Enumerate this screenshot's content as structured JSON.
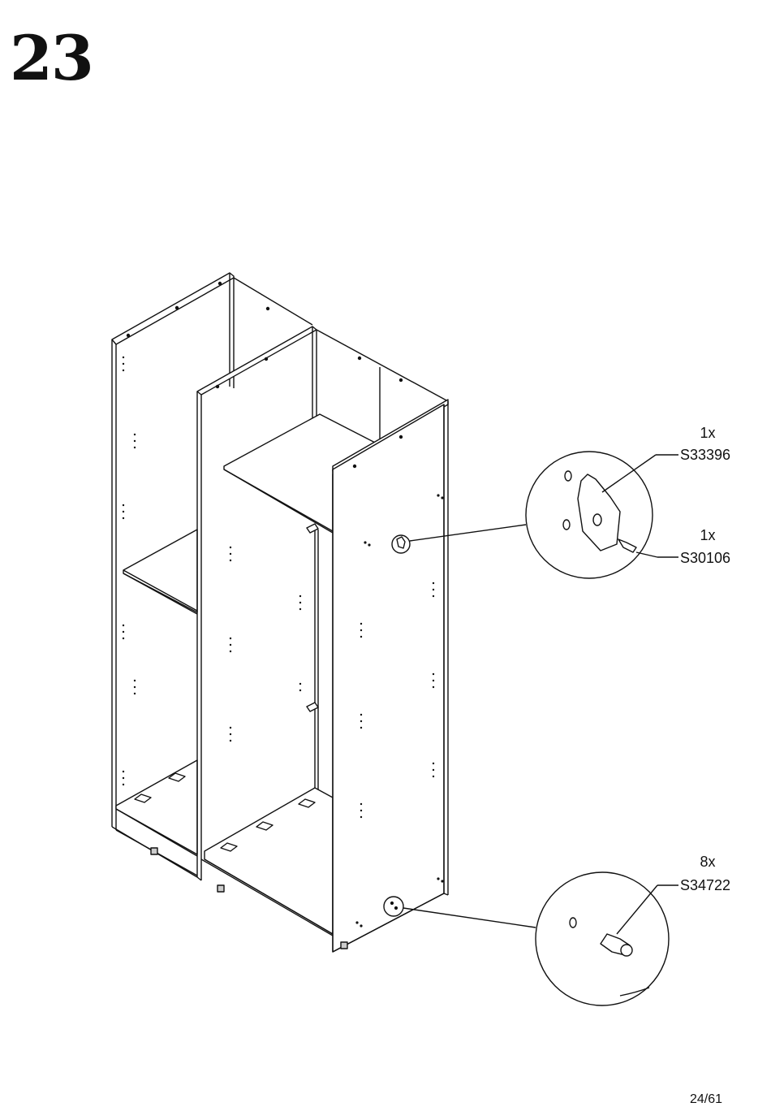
{
  "step": "23",
  "parts": [
    {
      "qty": "1x",
      "code": "S33396"
    },
    {
      "qty": "1x",
      "code": "S30106"
    },
    {
      "qty": "8x",
      "code": "S34722"
    }
  ],
  "page": "24/61"
}
